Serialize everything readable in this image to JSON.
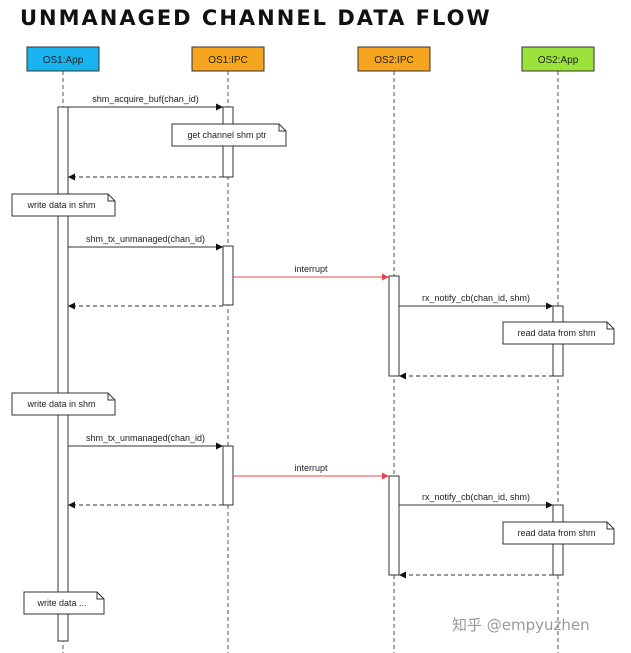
{
  "title": "UNMANAGED CHANNEL DATA FLOW",
  "watermark": "知乎 @empyuzhen",
  "colors": {
    "os1_app": "#19b3ef",
    "os1_ipc": "#f5a51e",
    "os2_ipc": "#f5a51e",
    "os2_app": "#9be33a",
    "interrupt": "#e8454a",
    "line": "#333333"
  },
  "participants": [
    {
      "id": "os1_app",
      "label": "OS1:App"
    },
    {
      "id": "os1_ipc",
      "label": "OS1:IPC"
    },
    {
      "id": "os2_ipc",
      "label": "OS2:IPC"
    },
    {
      "id": "os2_app",
      "label": "OS2:App"
    }
  ],
  "messages": [
    {
      "from": "os1_app",
      "to": "os1_ipc",
      "label": "shm_acquire_buf(chan_id)",
      "style": "solid"
    },
    {
      "from": "os1_ipc",
      "to": "os1_app",
      "label": "",
      "style": "return"
    },
    {
      "from": "os1_app",
      "to": "os1_ipc",
      "label": "shm_tx_unmanaged(chan_id)",
      "style": "solid"
    },
    {
      "from": "os1_ipc",
      "to": "os2_ipc",
      "label": "interrupt",
      "style": "interrupt"
    },
    {
      "from": "os1_ipc",
      "to": "os1_app",
      "label": "",
      "style": "return"
    },
    {
      "from": "os2_ipc",
      "to": "os2_app",
      "label": "rx_notify_cb(chan_id, shm)",
      "style": "solid"
    },
    {
      "from": "os2_app",
      "to": "os2_ipc",
      "label": "",
      "style": "return"
    },
    {
      "from": "os1_app",
      "to": "os1_ipc",
      "label": "shm_tx_unmanaged(chan_id)",
      "style": "solid"
    },
    {
      "from": "os1_ipc",
      "to": "os2_ipc",
      "label": "interrupt",
      "style": "interrupt"
    },
    {
      "from": "os1_ipc",
      "to": "os1_app",
      "label": "",
      "style": "return"
    },
    {
      "from": "os2_ipc",
      "to": "os2_app",
      "label": "rx_notify_cb(chan_id, shm)",
      "style": "solid"
    },
    {
      "from": "os2_app",
      "to": "os2_ipc",
      "label": "",
      "style": "return"
    }
  ],
  "notes": [
    {
      "label": "get channel shm ptr"
    },
    {
      "label": "write data in shm"
    },
    {
      "label": "read data from shm"
    },
    {
      "label": "write data in shm"
    },
    {
      "label": "read data from shm"
    },
    {
      "label": "write data ..."
    }
  ]
}
